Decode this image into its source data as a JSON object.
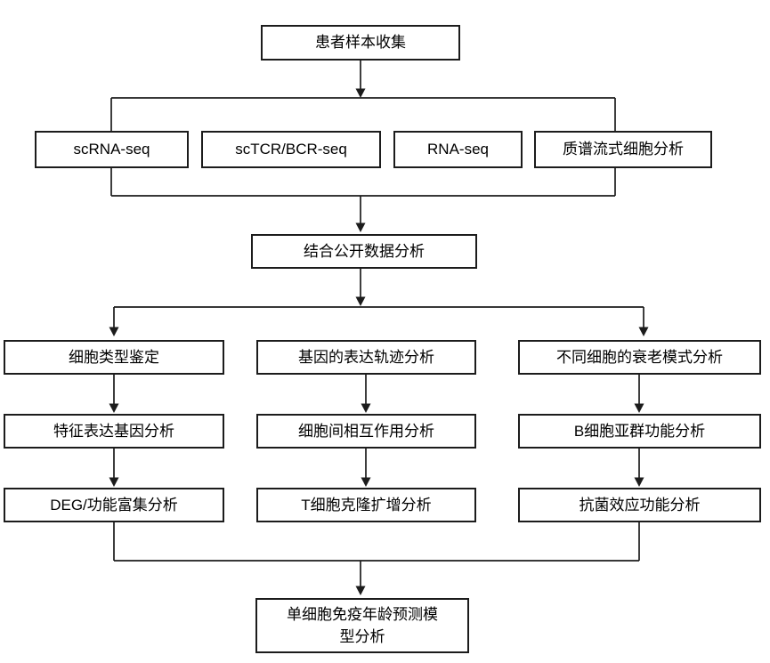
{
  "flowchart": {
    "title_hint": "single-cell immune aging analysis workflow",
    "top": {
      "label": "患者样本收集"
    },
    "assays": [
      {
        "label": "scRNA-seq"
      },
      {
        "label": "scTCR/BCR-seq"
      },
      {
        "label": "RNA-seq"
      },
      {
        "label": "质谱流式细胞分析"
      }
    ],
    "merge": {
      "label": "结合公开数据分析"
    },
    "columns": [
      {
        "steps": [
          "细胞类型鉴定",
          "特征表达基因分析",
          "DEG/功能富集分析"
        ]
      },
      {
        "steps": [
          "基因的表达轨迹分析",
          "细胞间相互作用分析",
          "T细胞克隆扩增分析"
        ]
      },
      {
        "steps": [
          "不同细胞的衰老模式分析",
          "B细胞亚群功能分析",
          "抗菌效应功能分析"
        ]
      }
    ],
    "final": {
      "label": "单细胞免疫年龄预测模型分析"
    }
  },
  "colors": {
    "background": "#ffffff",
    "box_fill": "#ffffff",
    "box_border": "#1c1c1c",
    "line": "#1c1c1c",
    "text": "#000000"
  }
}
